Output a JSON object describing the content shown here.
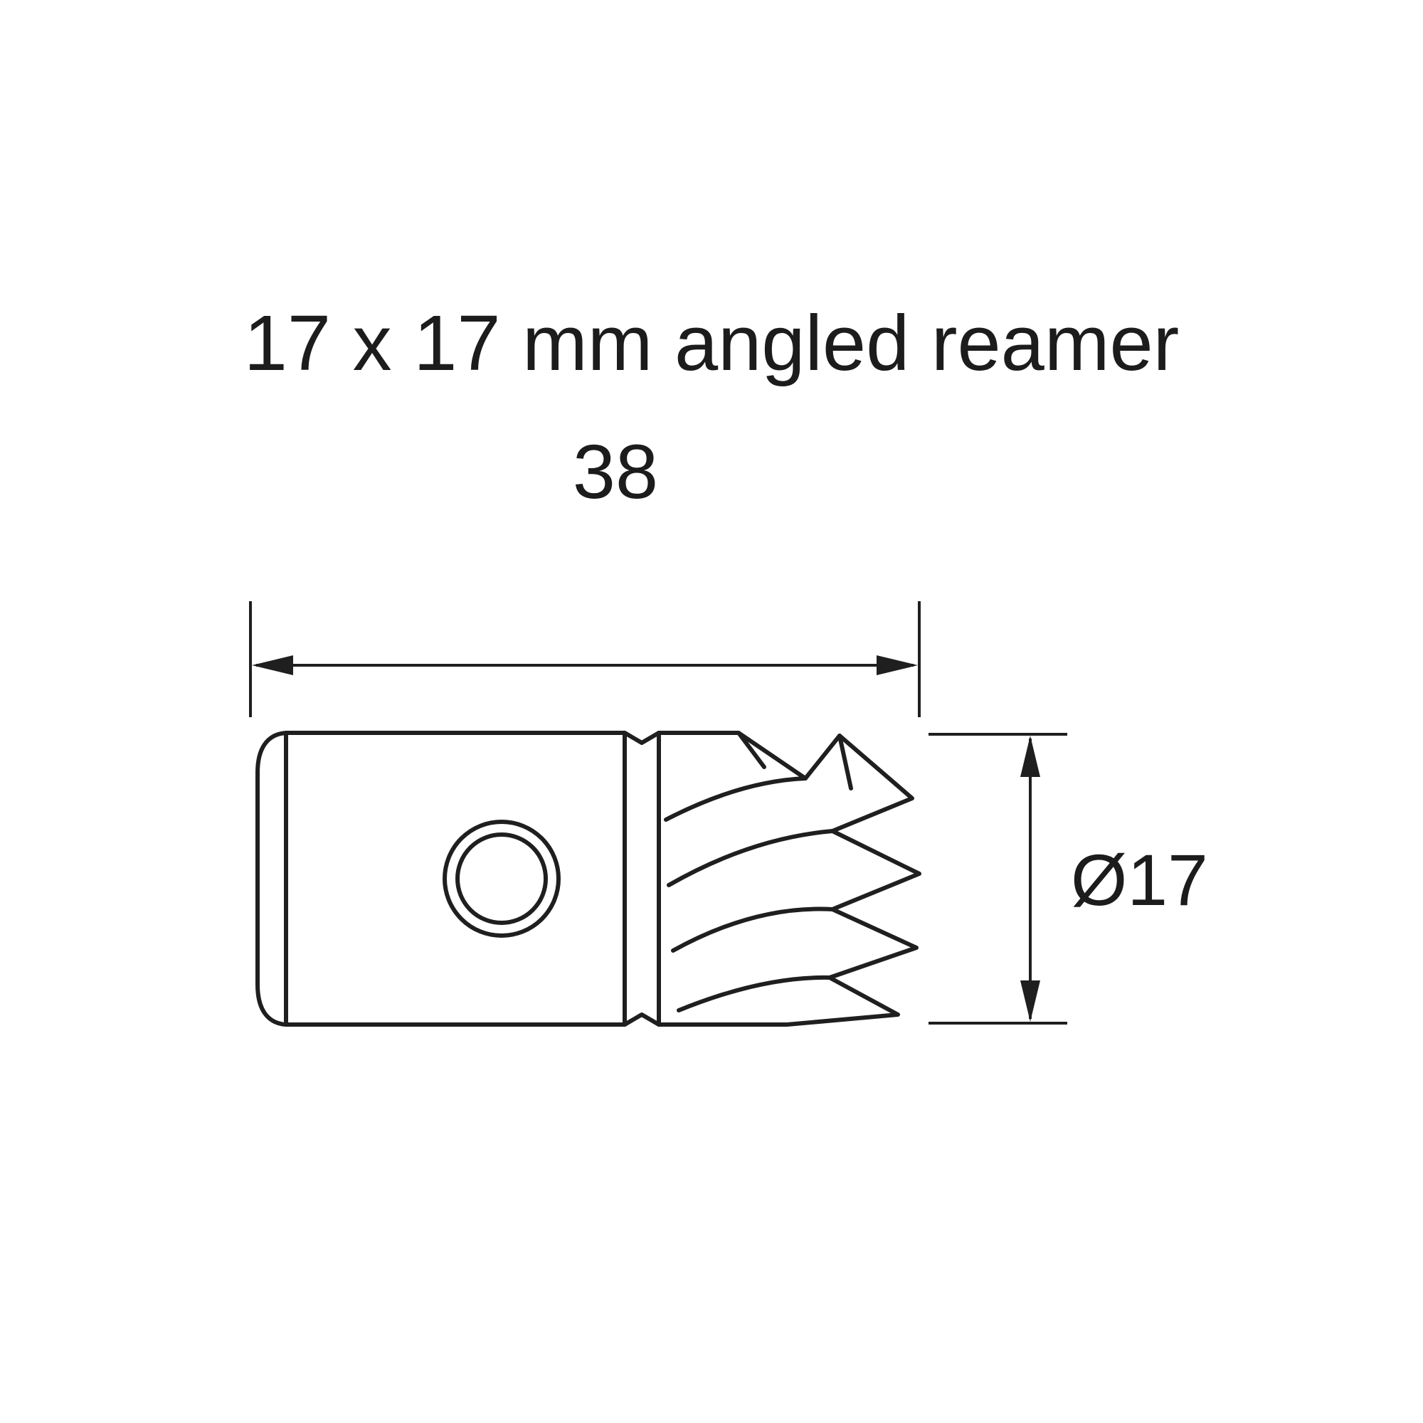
{
  "title": "17 x 17 mm angled reamer",
  "dimensions": {
    "length": "38",
    "diameter": "Ø17"
  },
  "colors": {
    "line": "#1f1f1f",
    "text": "#1c1c1c",
    "background": "#ffffff"
  }
}
